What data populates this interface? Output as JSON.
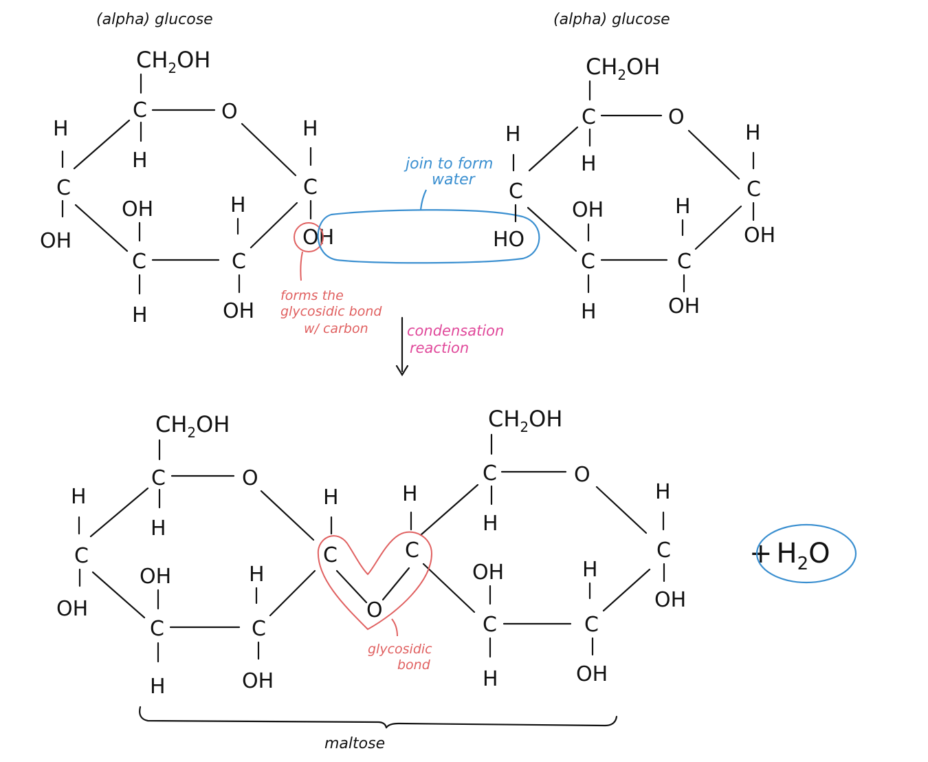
{
  "labels": {
    "glucose_left": "(alpha) glucose",
    "glucose_right": "(alpha) glucose",
    "join_line1": "join to form",
    "join_line2": "water",
    "forms_line1": "forms the",
    "forms_line2": "glycosidic bond",
    "forms_line3": "w/ carbon",
    "reaction_line1": "condensation",
    "reaction_line2": "reaction",
    "bond_line1": "glycosidic",
    "bond_line2": "bond",
    "product_name": "maltose",
    "water_plus": "+",
    "water_H": "H",
    "water_sub": "2",
    "water_O": "O"
  },
  "atoms": {
    "CH2OH_main": "CH",
    "CH2OH_sub": "2",
    "CH2OH_tail": "OH",
    "C": "C",
    "O": "O",
    "H": "H",
    "OH": "OH",
    "HO": "HO"
  },
  "colors": {
    "ink": "#111111",
    "blue": "#3a8fd0",
    "red": "#e06060",
    "pink": "#e0489a"
  }
}
